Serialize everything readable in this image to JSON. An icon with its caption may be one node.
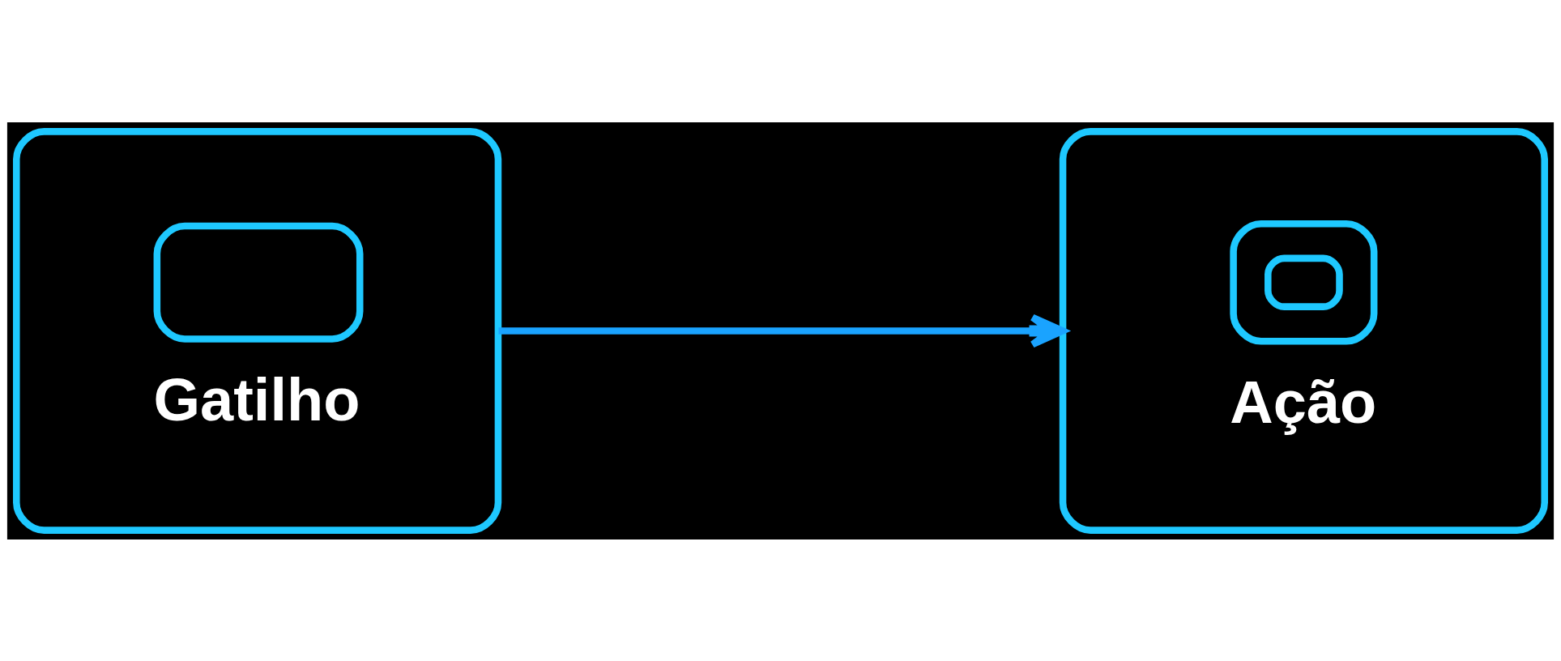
{
  "diagram": {
    "nodes": [
      {
        "text": [
          "Gatilho"
        ]
      },
      {
        "text": [
          "Ação"
        ]
      }
    ],
    "edges": [
      {
        "from": 0,
        "to": 1,
        "arrow": "to"
      }
    ]
  }
}
